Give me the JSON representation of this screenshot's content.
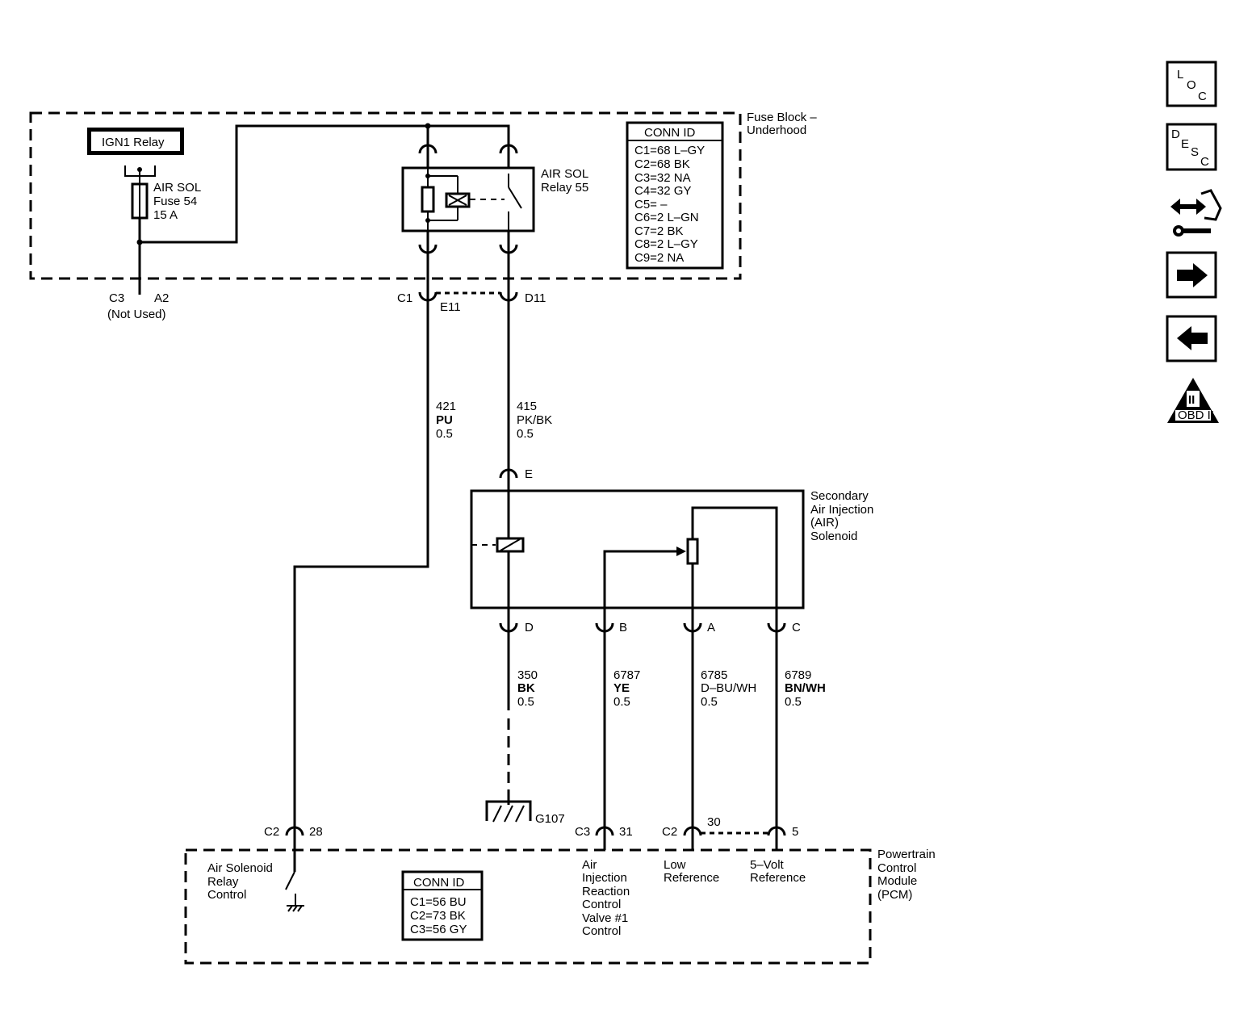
{
  "fuse_block": {
    "title_line1": "Fuse Block –",
    "title_line2": "Underhood",
    "ign1_relay": "IGN1 Relay",
    "fuse_line1": "AIR SOL",
    "fuse_line2": "Fuse 54",
    "fuse_line3": "15 A",
    "relay_line1": "AIR SOL",
    "relay_line2": "Relay 55",
    "conn_id_title": "CONN ID",
    "conn_ids": [
      "C1=68 L–GY",
      "C2=68 BK",
      "C3=32 NA",
      "C4=32 GY",
      "C5= –",
      "C6=2 L–GN",
      "C7=2 BK",
      "C8=2 L–GY",
      "C9=2 NA"
    ],
    "pin_c3": "C3",
    "pin_a2": "A2",
    "not_used": "(Not Used)",
    "pin_c1": "C1",
    "pin_e11": "E11",
    "pin_d11": "D11"
  },
  "wires": {
    "w421": {
      "circuit": "421",
      "color": "PU",
      "size": "0.5"
    },
    "w415": {
      "circuit": "415",
      "color": "PK/BK",
      "size": "0.5"
    },
    "w350": {
      "circuit": "350",
      "color": "BK",
      "size": "0.5"
    },
    "w6787": {
      "circuit": "6787",
      "color": "YE",
      "size": "0.5"
    },
    "w6785": {
      "circuit": "6785",
      "color": "D–BU/WH",
      "size": "0.5"
    },
    "w6789": {
      "circuit": "6789",
      "color": "BN/WH",
      "size": "0.5"
    }
  },
  "solenoid": {
    "line1": "Secondary",
    "line2": "Air Injection",
    "line3": "(AIR)",
    "line4": "Solenoid",
    "pin_e": "E",
    "pin_d": "D",
    "pin_b": "B",
    "pin_a": "A",
    "pin_c": "C"
  },
  "ground": {
    "label": "G107"
  },
  "pcm": {
    "title_line1": "Powertrain",
    "title_line2": "Control",
    "title_line3": "Module",
    "title_line4": "(PCM)",
    "conn_id_title": "CONN ID",
    "conn_ids": [
      "C1=56 BU",
      "C2=73 BK",
      "C3=56 GY"
    ],
    "pin_c2_a": "C2",
    "pin_28": "28",
    "pin_c3": "C3",
    "pin_31": "31",
    "pin_c2_b": "C2",
    "pin_30": "30",
    "pin_5": "5",
    "relay_ctrl": [
      "Air Solenoid",
      "Relay",
      "Control"
    ],
    "valve_ctrl": [
      "Air",
      "Injection",
      "Reaction",
      "Control",
      "Valve #1",
      "Control"
    ],
    "low_ref": [
      "Low",
      "Reference"
    ],
    "five_volt_ref": [
      "5–Volt",
      "Reference"
    ]
  },
  "nav": {
    "loc": {
      "l": "L",
      "o": "O",
      "c": "C"
    },
    "desc": {
      "d": "D",
      "e": "E",
      "s": "S",
      "c": "C"
    },
    "obd": {
      "roman": "II",
      "label": "OBD II"
    }
  }
}
